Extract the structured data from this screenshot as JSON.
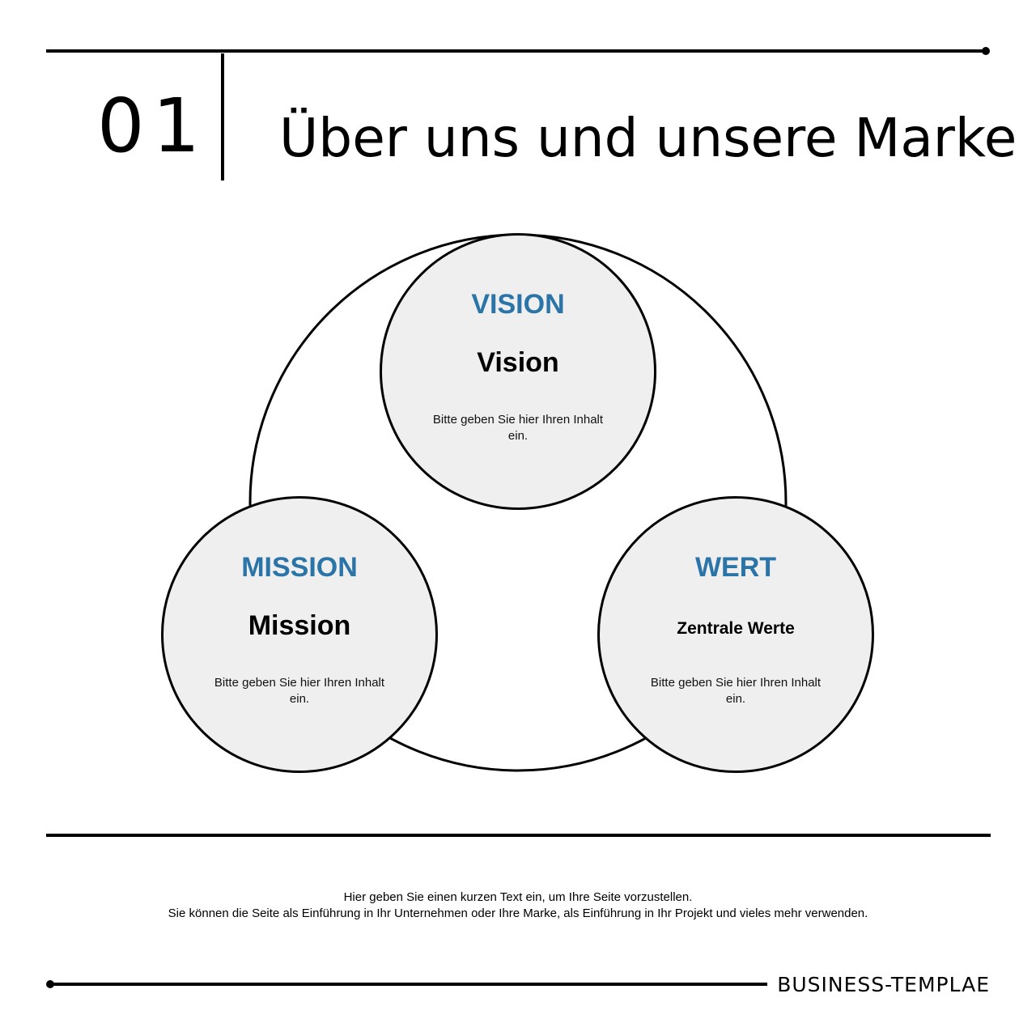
{
  "header": {
    "section_number": "01",
    "title": "Über uns und unsere Marke"
  },
  "diagram": {
    "nodes": [
      {
        "category": "VISION",
        "heading": "Vision",
        "description": "Bitte geben Sie hier Ihren Inhalt ein."
      },
      {
        "category": "MISSION",
        "heading": "Mission",
        "description": "Bitte geben Sie hier Ihren Inhalt ein."
      },
      {
        "category": "WERT",
        "heading": "Zentrale Werte",
        "description": "Bitte geben Sie hier Ihren Inhalt ein."
      }
    ],
    "colors": {
      "category": "#2a74a8",
      "node_fill": "#efefef",
      "outline": "#000000"
    }
  },
  "intro": {
    "line1": "Hier geben Sie einen kurzen Text ein, um Ihre Seite vorzustellen.",
    "line2": "Sie können die Seite als Einführung in Ihr Unternehmen oder Ihre Marke, als Einführung in Ihr Projekt und vieles mehr verwenden."
  },
  "footer": {
    "brand": "BUSINESS-TEMPLAE"
  }
}
